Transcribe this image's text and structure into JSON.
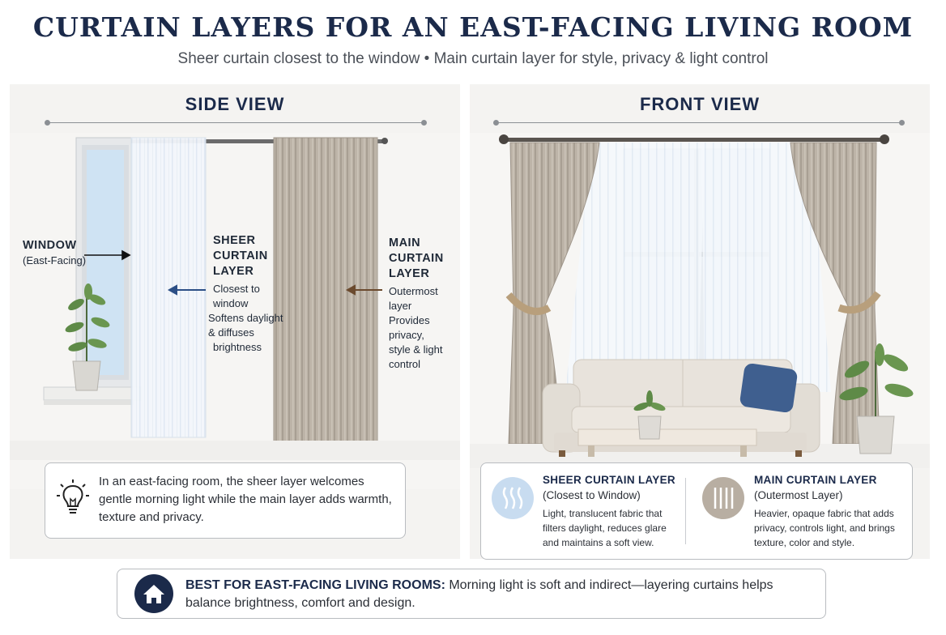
{
  "title": "CURTAIN LAYERS FOR AN EAST-FACING LIVING ROOM",
  "subtitle": "Sheer curtain closest to the window • Main curtain layer for style, privacy & light control",
  "side_view": {
    "title": "SIDE VIEW",
    "window_label": "WINDOW",
    "window_sub": "(East-Facing)",
    "sheer_label": [
      "SHEER",
      "CURTAIN",
      "LAYER"
    ],
    "sheer_desc": [
      "Closest to",
      "window",
      "Softens daylight",
      "& diffuses",
      "brightness"
    ],
    "main_label": [
      "MAIN",
      "CURTAIN",
      "LAYER"
    ],
    "main_desc": [
      "Outermost",
      "layer",
      "Provides privacy,",
      "style & light",
      "control"
    ],
    "note": [
      "In an east-facing room, the sheer layer welcomes",
      "gentle morning light while the main layer adds warmth,",
      "texture and privacy."
    ],
    "note_icon": "lightbulb-icon"
  },
  "front_view": {
    "title": "FRONT VIEW",
    "sheer_card": {
      "title": "SHEER CURTAIN LAYER",
      "sub": "(Closest to Window)",
      "desc": [
        "Light, translucent fabric that",
        "filters daylight, reduces glare",
        "and maintains a soft view."
      ],
      "icon": "wavy-lines-icon"
    },
    "main_card": {
      "title": "MAIN CURTAIN LAYER",
      "sub": "(Outermost Layer)",
      "desc": [
        "Heavier, opaque fabric that adds",
        "privacy, controls light, and brings",
        "texture, color and style."
      ],
      "icon": "vertical-lines-icon"
    }
  },
  "bottom": {
    "heading": "BEST FOR EAST-FACING LIVING ROOMS:",
    "text_line1": " Morning light is soft and indirect—layering curtains helps",
    "text_line2": "balance brightness, comfort and design.",
    "icon": "house-icon"
  },
  "colors": {
    "navy": "#1b2a4a",
    "linen": "#bcb3a7",
    "sheer": "#eef3f9",
    "glass": "#cfe3f3",
    "sofa": "#e8e3dc",
    "pillow": "#3f5f8f"
  }
}
